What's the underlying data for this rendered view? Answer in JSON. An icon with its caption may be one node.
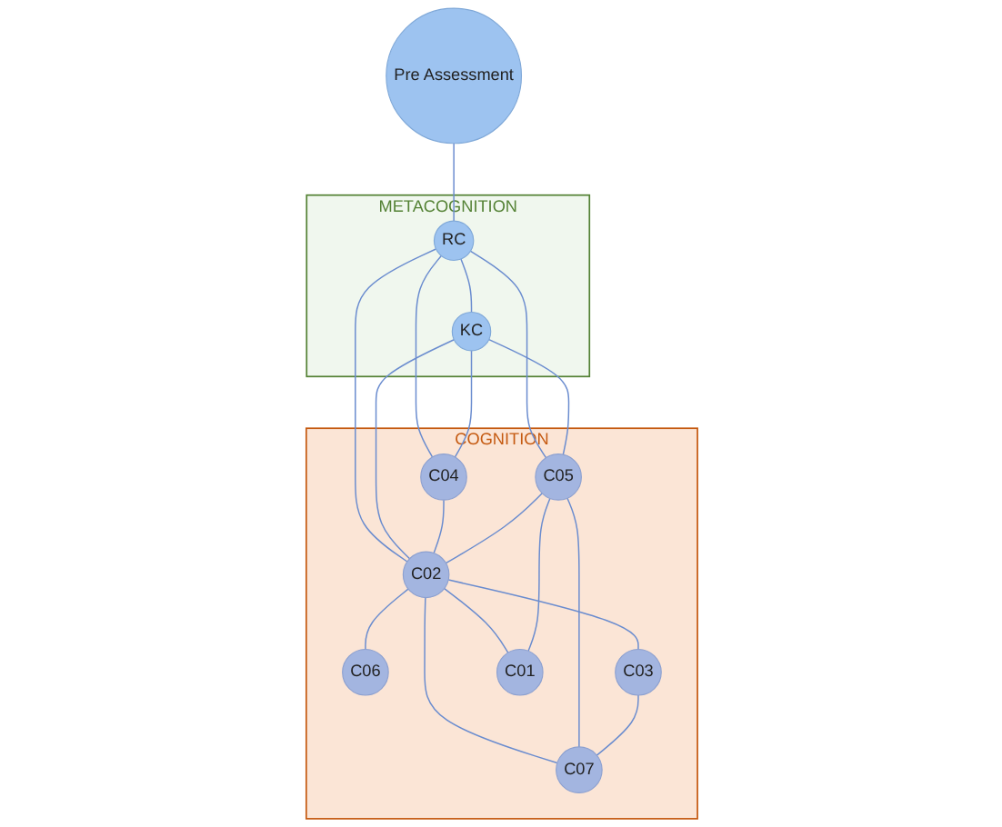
{
  "diagram": {
    "nodes": [
      {
        "text": [
          "Pre Assessment"
        ]
      },
      {
        "text": [
          "METACOGNITION"
        ]
      },
      {
        "text": [
          "RC"
        ],
        "in": 1
      },
      {
        "text": [
          "KC"
        ],
        "in": 1
      },
      {
        "text": [
          "COGNITION"
        ]
      },
      {
        "text": [
          "C04"
        ],
        "in": 4
      },
      {
        "text": [
          "C05"
        ],
        "in": 4
      },
      {
        "text": [
          "C02"
        ],
        "in": 4
      },
      {
        "text": [
          "C06"
        ],
        "in": 4
      },
      {
        "text": [
          "C03"
        ],
        "in": 4
      },
      {
        "text": [
          "C07"
        ],
        "in": 4
      },
      {
        "text": [
          "C01"
        ],
        "in": 4
      }
    ],
    "edges": [
      {
        "from": 0,
        "to": 2,
        "arrow": "none"
      },
      {
        "from": 2,
        "to": 3,
        "arrow": "none"
      },
      {
        "from": 2,
        "to": 5,
        "arrow": "none"
      },
      {
        "from": 2,
        "to": 7,
        "arrow": "none"
      },
      {
        "from": 2,
        "to": 6,
        "arrow": "none"
      },
      {
        "from": 3,
        "to": 5,
        "arrow": "none"
      },
      {
        "from": 3,
        "to": 6,
        "arrow": "none"
      },
      {
        "from": 3,
        "to": 7,
        "arrow": "none"
      },
      {
        "from": 5,
        "to": 7,
        "arrow": "none"
      },
      {
        "from": 6,
        "to": 7,
        "arrow": "none"
      },
      {
        "from": 7,
        "to": 8,
        "arrow": "none"
      },
      {
        "from": 7,
        "to": 9,
        "arrow": "none"
      },
      {
        "from": 7,
        "to": 10,
        "arrow": "none"
      },
      {
        "from": 7,
        "to": 11,
        "arrow": "none"
      },
      {
        "from": 6,
        "to": 11,
        "arrow": "none"
      },
      {
        "from": 6,
        "to": 10,
        "arrow": "none"
      },
      {
        "from": 9,
        "to": 10,
        "arrow": "none"
      }
    ]
  }
}
